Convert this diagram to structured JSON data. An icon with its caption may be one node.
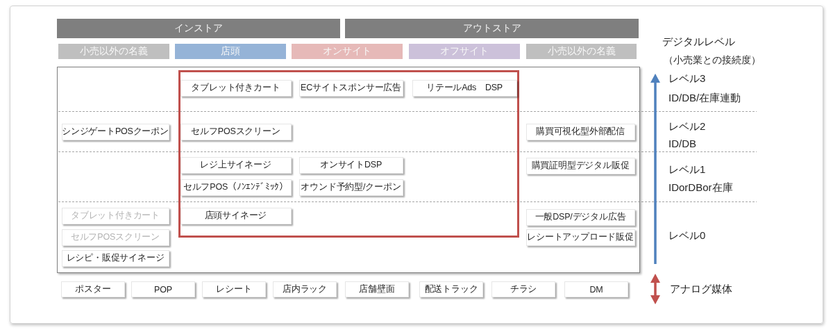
{
  "diagram": {
    "nodes": [
      {
        "text": [
          "インストア"
        ]
      },
      {
        "text": [
          "アウトストア"
        ]
      },
      {
        "text": [
          "小売以外の名義"
        ]
      },
      {
        "text": [
          "店頭"
        ]
      },
      {
        "text": [
          "オンサイト"
        ]
      },
      {
        "text": [
          "オフサイト"
        ]
      },
      {
        "text": [
          "小売以外の名義"
        ]
      },
      {
        "text": [],
        "shape": "box"
      },
      {
        "text": [],
        "shape": "box",
        "in": 7
      },
      {
        "text": [
          "タブレット付きカート"
        ],
        "in": 8
      },
      {
        "text": [
          "ECサイトスポンサー広告"
        ],
        "in": 8
      },
      {
        "text": [
          "リテールAds　DSP"
        ],
        "in": 8
      },
      {
        "text": [
          "シンジゲートPOSクーポン"
        ],
        "in": 7
      },
      {
        "text": [
          "セルフPOSスクリーン"
        ],
        "in": 8
      },
      {
        "text": [
          "購買可視化型外部配信"
        ],
        "in": 7
      },
      {
        "text": [
          "レジ上サイネージ"
        ],
        "in": 8
      },
      {
        "text": [
          "オンサイトDSP"
        ],
        "in": 8
      },
      {
        "text": [
          "購買証明型デジタル販促"
        ],
        "in": 7
      },
      {
        "text": [
          "セルフPOS（ﾉﾝｴﾝﾃﾞﾐｯｸ）"
        ],
        "in": 8
      },
      {
        "text": [
          "オウンド予約型/クーポン"
        ],
        "in": 8
      },
      {
        "text": [
          "タブレット付きカート"
        ],
        "in": 7
      },
      {
        "text": [
          "店頭サイネージ"
        ],
        "in": 8
      },
      {
        "text": [
          "一般DSP/デジタル広告"
        ],
        "in": 7
      },
      {
        "text": [
          "セルフPOSスクリーン"
        ],
        "in": 7
      },
      {
        "text": [
          "レシートアップロード販促"
        ],
        "in": 7
      },
      {
        "text": [
          "レシピ・販促サイネージ"
        ],
        "in": 7
      },
      {
        "text": [
          "ポスター"
        ]
      },
      {
        "text": [
          "POP"
        ]
      },
      {
        "text": [
          "レシート"
        ]
      },
      {
        "text": [
          "店内ラック"
        ]
      },
      {
        "text": [
          "店舗壁面"
        ]
      },
      {
        "text": [
          "配送トラック"
        ]
      },
      {
        "text": [
          "チラシ"
        ]
      },
      {
        "text": [
          "DM"
        ]
      }
    ],
    "labels": [
      "デジタルレベル",
      "（小売業との接続度）",
      "レベル3",
      "ID/DB/在庫連動",
      "レベル2",
      "ID/DB",
      "レベル1",
      "IDorDBor在庫",
      "レベル0",
      "アナログ媒体"
    ]
  }
}
